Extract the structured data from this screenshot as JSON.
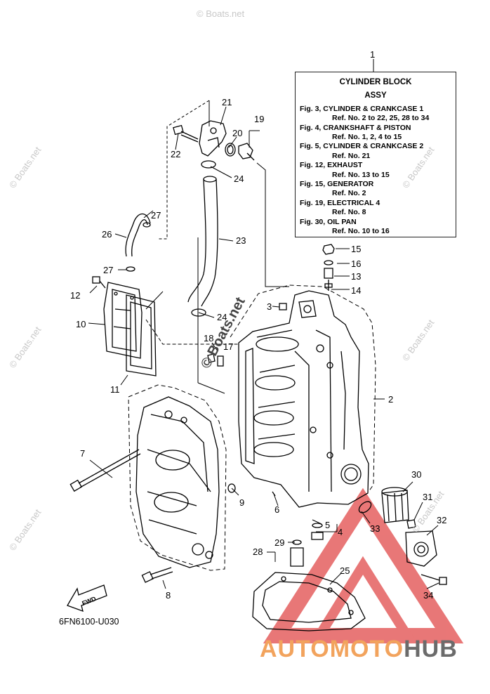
{
  "legend": {
    "callout": "1",
    "title_line1": "CYLINDER BLOCK",
    "title_line2": "ASSY",
    "entries": [
      {
        "fig": "Fig. 3, CYLINDER & CRANKCASE 1",
        "ref": "Ref. No. 2 to 22, 25, 28 to 34"
      },
      {
        "fig": "Fig. 4, CRANKSHAFT & PISTON",
        "ref": "Ref. No. 1, 2, 4 to 15"
      },
      {
        "fig": "Fig. 5, CYLINDER & CRANKCASE 2",
        "ref": "Ref. No. 21"
      },
      {
        "fig": "Fig. 12, EXHAUST",
        "ref": "Ref. No. 13 to 15"
      },
      {
        "fig": "Fig. 15, GENERATOR",
        "ref": "Ref. No. 2"
      },
      {
        "fig": "Fig. 19, ELECTRICAL 4",
        "ref": "Ref. No. 8"
      },
      {
        "fig": "Fig. 30, OIL PAN",
        "ref": "Ref. No. 10 to 16"
      }
    ]
  },
  "callouts": [
    "2",
    "3",
    "4",
    "5",
    "6",
    "7",
    "8",
    "9",
    "10",
    "11",
    "12",
    "13",
    "14",
    "15",
    "16",
    "17",
    "18",
    "19",
    "20",
    "21",
    "22",
    "23",
    "24",
    "24",
    "25",
    "26",
    "27",
    "27",
    "28",
    "29",
    "30",
    "31",
    "32",
    "33",
    "34"
  ],
  "diagram_code": "6FN6100-U030",
  "fwd_label": "FWD",
  "watermarks": {
    "small": "© Boats.net",
    "diagonal": "© Boats.net"
  },
  "brand": {
    "part1": "AUTO",
    "part2": "MOTO",
    "part3": "HUB"
  },
  "colors": {
    "line": "#000000",
    "brand_orange": "#f2a35d",
    "brand_gray": "#6b6b6b",
    "triangle_red": "#e14a4a"
  }
}
